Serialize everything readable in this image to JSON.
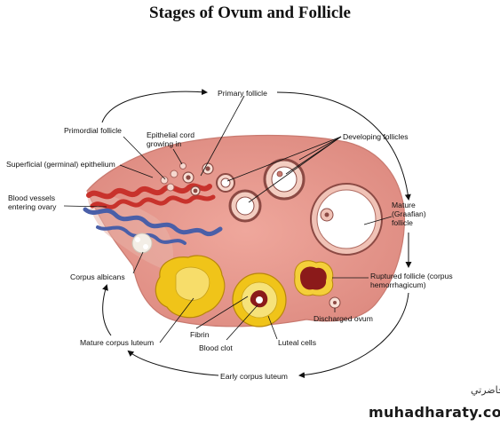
{
  "title": "Stages of Ovum and Follicle",
  "labels": {
    "primary_follicle": "Primary follicle",
    "primordial_follicle": "Primordial follicle",
    "epithelial_cord": "Epithelial cord growing in",
    "developing_follicles": "Developing follicles",
    "superficial_epithelium": "Superficial (germinal) epithelium",
    "blood_vessels": "Blood vessels entering ovary",
    "mature_follicle": "Mature (Graafian) follicle",
    "corpus_albicans": "Corpus albicans",
    "ruptured_follicle": "Ruptured follicle (corpus hemorrhagicum)",
    "discharged_ovum": "Discharged ovum",
    "fibrin": "Fibrin",
    "mature_corpus_luteum": "Mature corpus luteum",
    "blood_clot": "Blood clot",
    "luteal_cells": "Luteal cells",
    "early_corpus_luteum": "Early corpus luteum"
  },
  "footer": {
    "site": "muhadharaty.com",
    "logo_text": "ﻣﺤﺎﺿﺮﺗﻲ"
  },
  "colors": {
    "ovary_fill": "#e8998f",
    "corpus_luteum": "#f0c419",
    "ruptured": "#8b1a1a",
    "artery": "#c8322c",
    "vein": "#4a5fa8"
  }
}
